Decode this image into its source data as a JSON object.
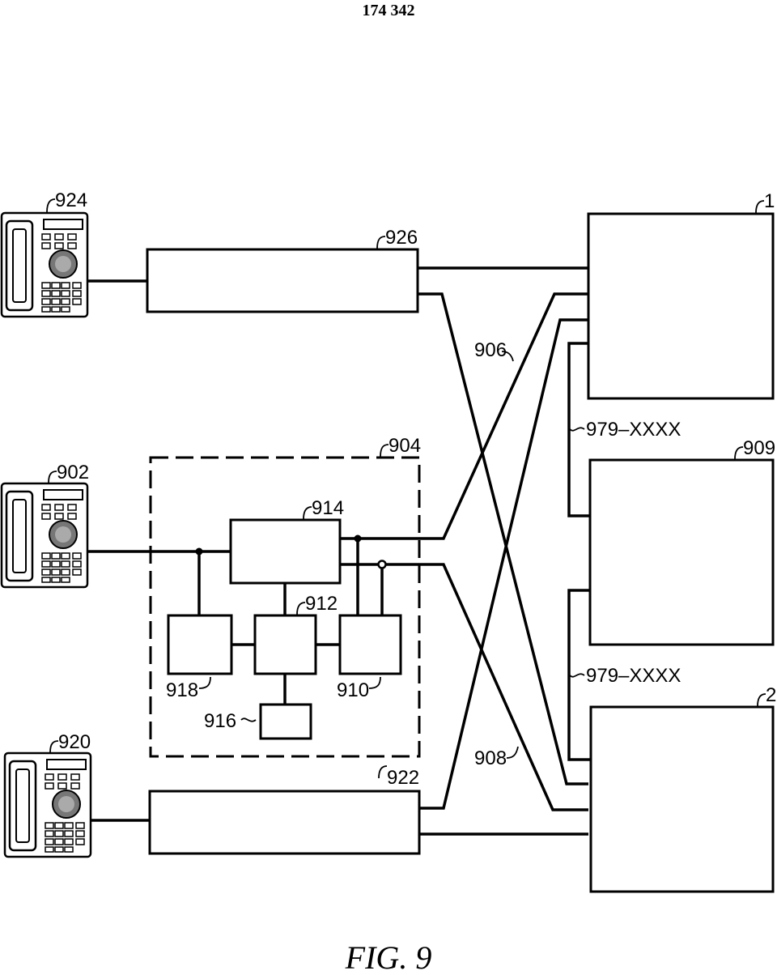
{
  "header": {
    "page_number": "174 342"
  },
  "caption": "FIG. 9",
  "labels": {
    "phone_924": "924",
    "phone_902": "902",
    "phone_920": "920",
    "box_926": "926",
    "box_904": "904",
    "box_914": "914",
    "box_912": "912",
    "box_918": "918",
    "box_910": "910",
    "box_916": "916",
    "box_922": "922",
    "line_906": "906",
    "line_908": "908",
    "box_1": "1",
    "box_909": "909",
    "box_2": "2",
    "number_top": "979–XXXX",
    "number_bottom": "979–XXXX"
  }
}
